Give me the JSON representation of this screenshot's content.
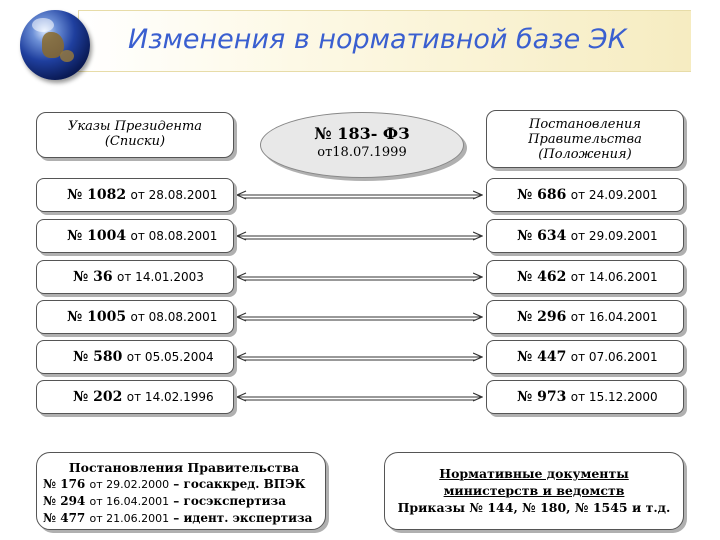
{
  "slide": {
    "title": "Изменения в нормативной базе ЭК",
    "icon": "globe-icon"
  },
  "left_header": {
    "line1": "Указы Президента",
    "line2": "(Списки)"
  },
  "center": {
    "law": "№ 183- ФЗ",
    "date": "от18.07.1999"
  },
  "right_header": {
    "line1": "Постановления",
    "line2": "Правительства",
    "line3": "(Положения)"
  },
  "rows": [
    {
      "left_num": "№ 1082",
      "left_date": "от 28.08.2001",
      "right_num": "№ 686",
      "right_date": "от 24.09.2001"
    },
    {
      "left_num": "№ 1004",
      "left_date": "от 08.08.2001",
      "right_num": "№ 634",
      "right_date": "от 29.09.2001"
    },
    {
      "left_num": "№ 36",
      "left_date": "от 14.01.2003",
      "right_num": "№ 462",
      "right_date": "от 14.06.2001"
    },
    {
      "left_num": "№ 1005",
      "left_date": "от 08.08.2001",
      "right_num": "№ 296",
      "right_date": "от 16.04.2001"
    },
    {
      "left_num": "№ 580",
      "left_date": "от 05.05.2004",
      "right_num": "№ 447",
      "right_date": "от 07.06.2001"
    },
    {
      "left_num": "№ 202",
      "left_date": "от 14.02.1996",
      "right_num": "№ 973",
      "right_date": "от 15.12.2000"
    }
  ],
  "footer_left": {
    "title": "Постановления Правительства",
    "lines": [
      {
        "num": "№ 176",
        "date": "от 29.02.2000",
        "text": "– госаккред. ВПЭК"
      },
      {
        "num": "№ 294",
        "date": "от 16.04.2001",
        "text": "– госэкспертиза"
      },
      {
        "num": "№ 477",
        "date": "от 21.06.2001",
        "text": "– идент. экспертиза"
      }
    ]
  },
  "footer_right": {
    "line1": "Нормативные документы",
    "line2": "министерств и ведомств",
    "line3": "Приказы № 144, № 180, № 1545 и т.д."
  }
}
